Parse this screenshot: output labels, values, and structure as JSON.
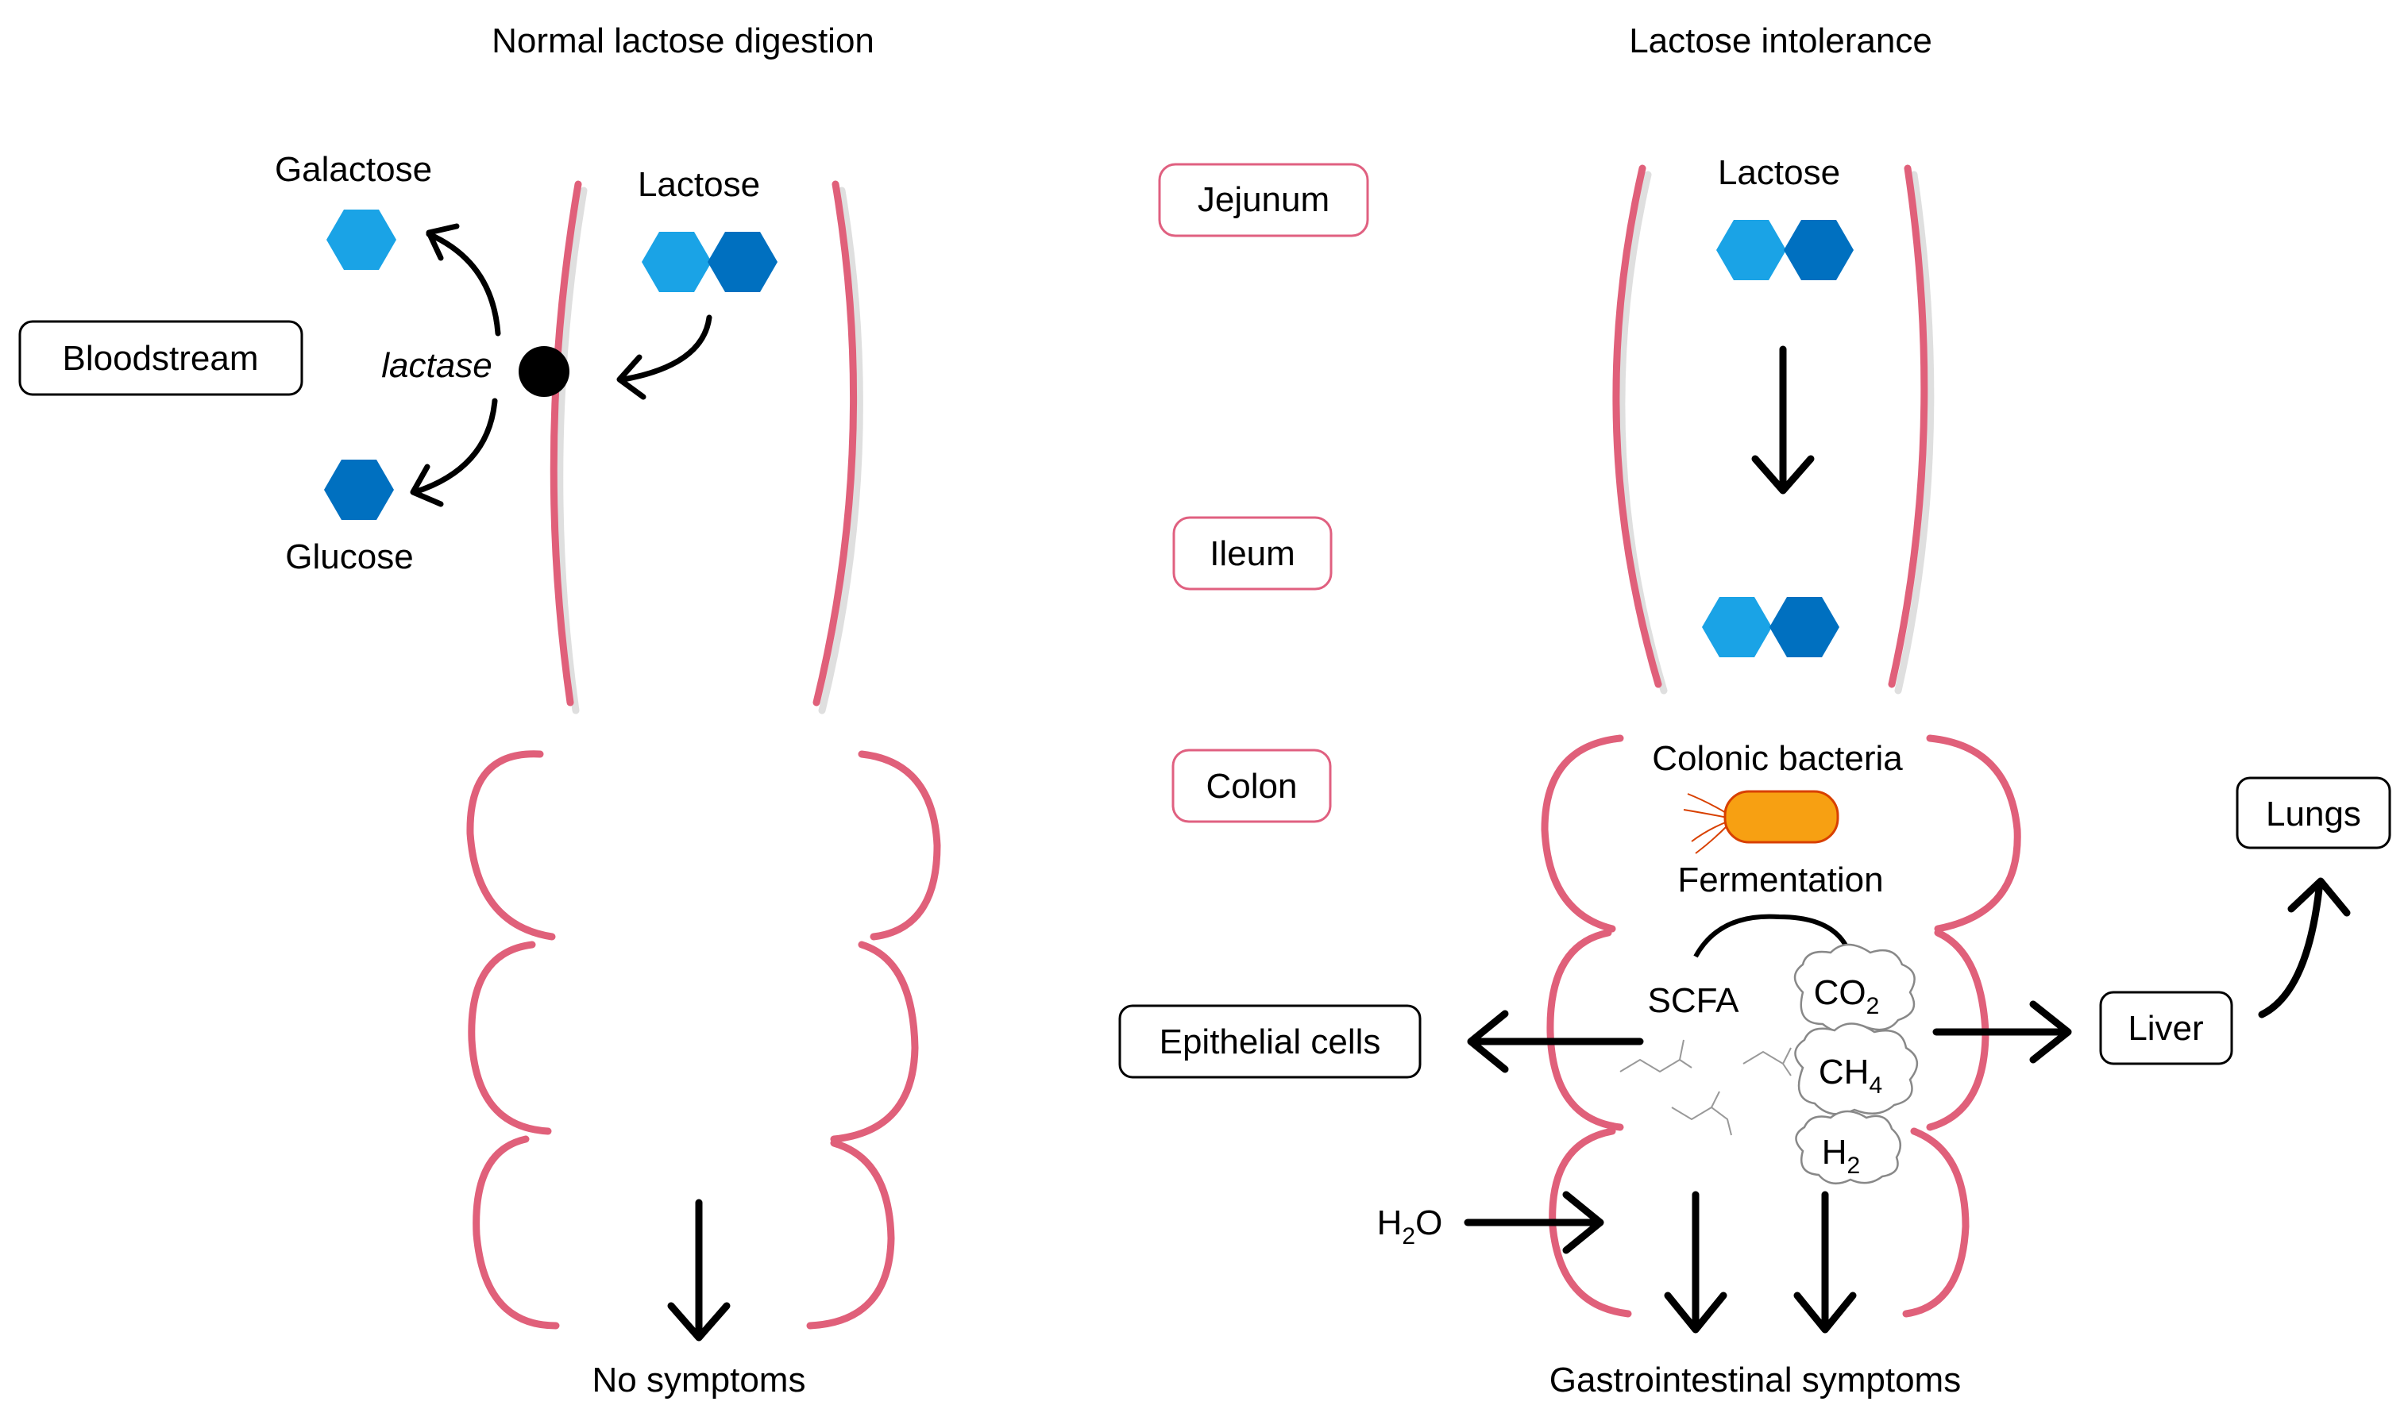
{
  "colors": {
    "galactose": "#1aa3e6",
    "glucose": "#0070c0",
    "wall": "#e0607a",
    "bacteria_fill": "#f7a012",
    "bacteria_stroke": "#d84000"
  },
  "left_panel": {
    "title": "Normal lactose digestion",
    "bloodstream": "Bloodstream",
    "galactose": "Galactose",
    "lactose": "Lactose",
    "lactase": "lactase",
    "glucose": "Glucose",
    "outcome": "No symptoms"
  },
  "segments": {
    "jejunum": "Jejunum",
    "ileum": "Ileum",
    "colon": "Colon"
  },
  "right_panel": {
    "title": "Lactose intolerance",
    "lactose": "Lactose",
    "colonic_bacteria": "Colonic bacteria",
    "fermentation": "Fermentation",
    "scfa": "SCFA",
    "co2": "CO",
    "co2_sub": "2",
    "ch4": "CH",
    "ch4_sub": "4",
    "h2": "H",
    "h2_sub": "2",
    "water": "H",
    "water_sub": "2",
    "water_tail": "O",
    "epithelial_cells": "Epithelial cells",
    "liver": "Liver",
    "lungs": "Lungs",
    "outcome": "Gastrointestinal symptoms"
  }
}
